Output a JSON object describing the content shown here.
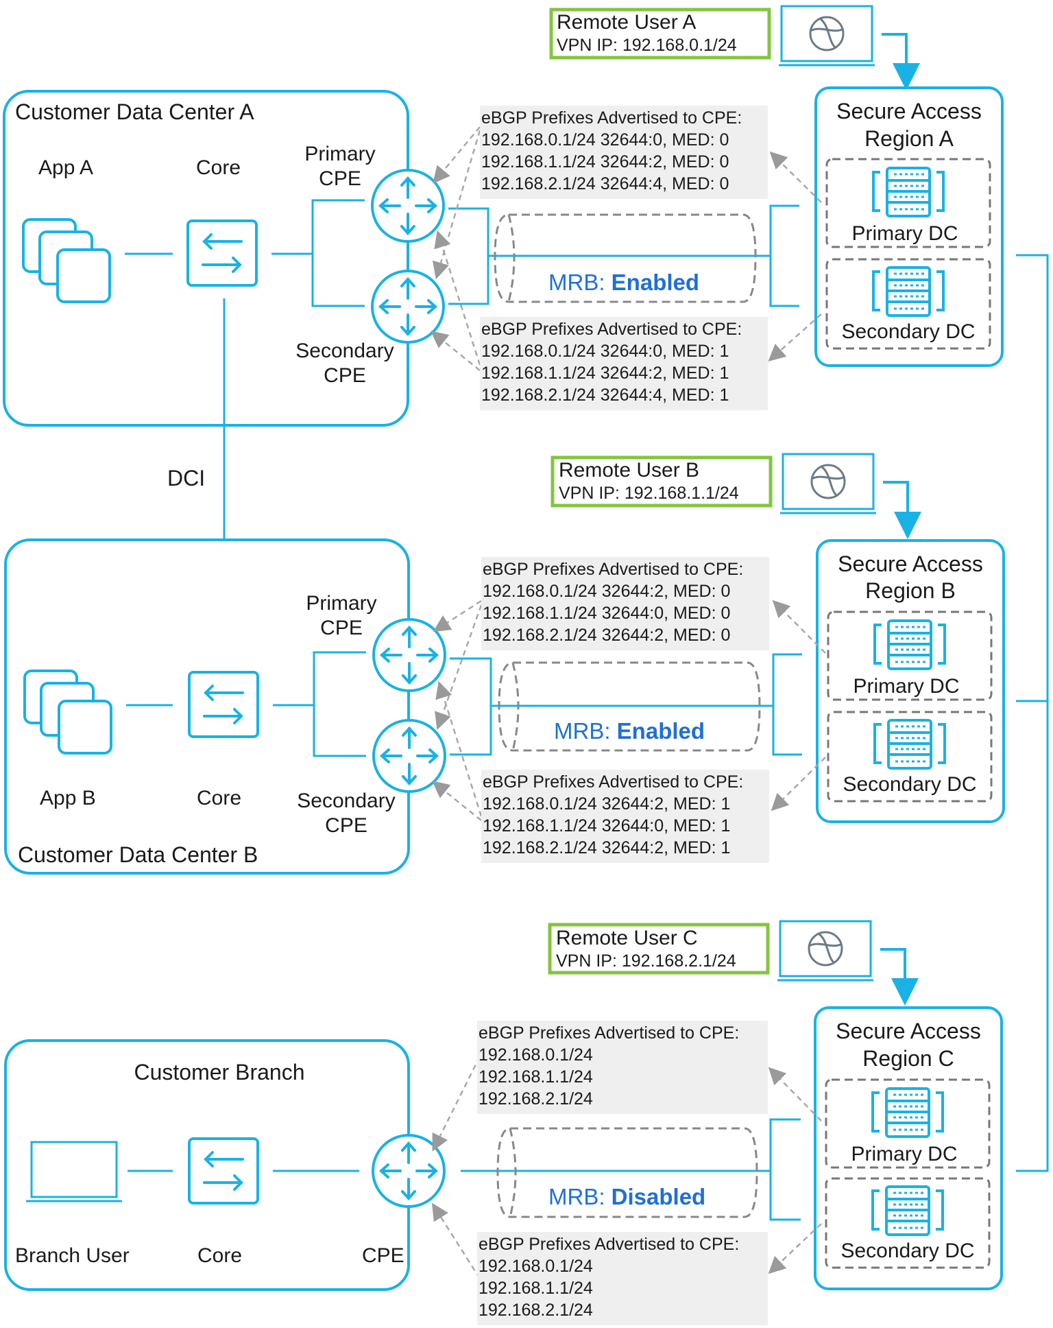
{
  "colors": {
    "accent": "#19b2e4",
    "green": "#84c441",
    "dash": "#777777",
    "label_bg": "#efefef",
    "mrb_text": "#1f6fd6"
  },
  "dc_a": {
    "title": "Customer Data Center A",
    "app": "App A",
    "core": "Core",
    "primary_cpe": [
      "Primary",
      "CPE"
    ],
    "secondary_cpe": [
      "Secondary",
      "CPE"
    ]
  },
  "dc_b": {
    "title": "Customer Data Center B",
    "app": "App B",
    "core": "Core",
    "primary_cpe": [
      "Primary",
      "CPE"
    ],
    "secondary_cpe": [
      "Secondary",
      "CPE"
    ]
  },
  "branch": {
    "title": "Customer Branch",
    "user": "Branch User",
    "core": "Core",
    "cpe": "CPE"
  },
  "dci": "DCI",
  "remote_users": [
    {
      "name": "Remote User A",
      "vpn": "VPN IP: 192.168.0.1/24"
    },
    {
      "name": "Remote User B",
      "vpn": "VPN IP: 192.168.1.1/24"
    },
    {
      "name": "Remote User C",
      "vpn": "VPN IP: 192.168.2.1/24"
    }
  ],
  "regions": [
    {
      "title": [
        "Secure Access",
        "Region A"
      ],
      "primary": "Primary DC",
      "secondary": "Secondary DC"
    },
    {
      "title": [
        "Secure Access",
        "Region B"
      ],
      "primary": "Primary DC",
      "secondary": "Secondary DC"
    },
    {
      "title": [
        "Secure Access",
        "Region C"
      ],
      "primary": "Primary DC",
      "secondary": "Secondary DC"
    }
  ],
  "mrb": [
    {
      "label": "MRB:",
      "value": "Enabled"
    },
    {
      "label": "MRB:",
      "value": "Enabled"
    },
    {
      "label": "MRB:",
      "value": "Disabled"
    }
  ],
  "prefix_blocks": [
    {
      "lines": [
        "eBGP Prefixes Advertised to CPE:",
        "192.168.0.1/24 32644:0, MED: 0",
        "192.168.1.1/24 32644:2, MED: 0",
        "192.168.2.1/24 32644:4, MED: 0"
      ]
    },
    {
      "lines": [
        "eBGP Prefixes Advertised to CPE:",
        "192.168.0.1/24 32644:0, MED: 1",
        "192.168.1.1/24 32644:2, MED: 1",
        "192.168.2.1/24 32644:4, MED: 1"
      ]
    },
    {
      "lines": [
        "eBGP Prefixes Advertised to CPE:",
        "192.168.0.1/24 32644:2, MED: 0",
        "192.168.1.1/24 32644:0, MED: 0",
        "192.168.2.1/24 32644:2, MED: 0"
      ]
    },
    {
      "lines": [
        "eBGP Prefixes Advertised to CPE:",
        "192.168.0.1/24 32644:2, MED: 1",
        "192.168.1.1/24 32644:0, MED: 1",
        "192.168.2.1/24 32644:2, MED: 1"
      ]
    },
    {
      "lines": [
        "eBGP Prefixes Advertised to CPE:",
        "192.168.0.1/24",
        "192.168.1.1/24",
        "192.168.2.1/24"
      ]
    },
    {
      "lines": [
        "eBGP Prefixes Advertised to CPE:",
        "192.168.0.1/24",
        "192.168.1.1/24",
        "192.168.2.1/24"
      ]
    }
  ]
}
